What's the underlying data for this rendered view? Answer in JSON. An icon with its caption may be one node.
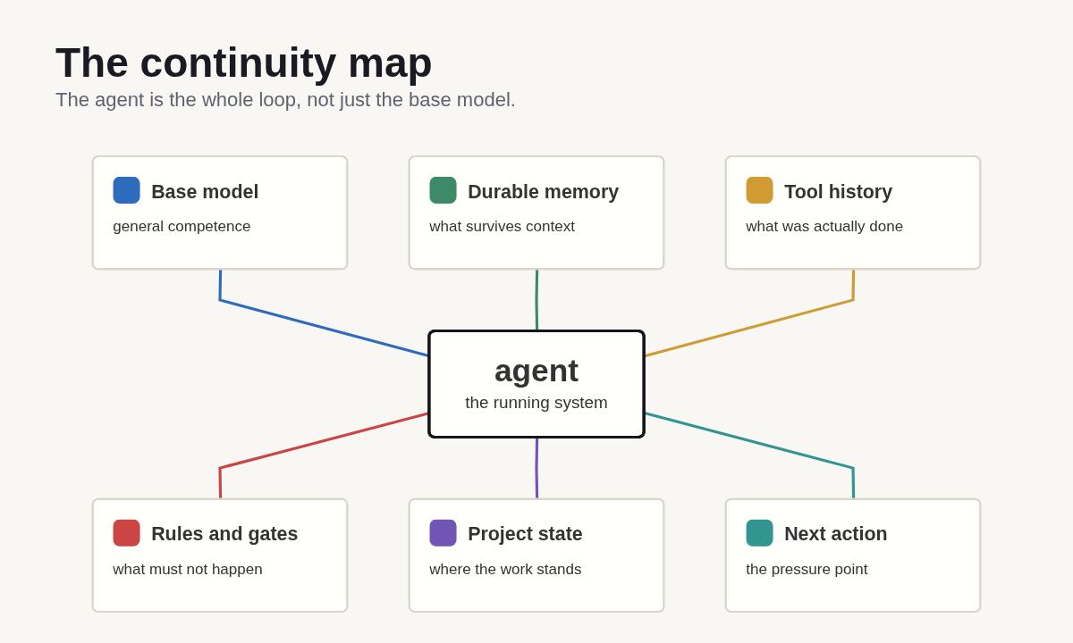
{
  "diagram": {
    "title": "The continuity map",
    "caption": "The agent is the whole loop, not just the base model.",
    "nodes": [
      {
        "text": [
          "Base model",
          "general competence"
        ]
      },
      {
        "text": [
          "Durable memory",
          "what survives context"
        ]
      },
      {
        "text": [
          "Tool history",
          "what was actually done"
        ]
      },
      {
        "text": [
          "agent",
          "the running system"
        ]
      },
      {
        "text": [
          "Rules and gates",
          "what must not happen"
        ]
      },
      {
        "text": [
          "Project state",
          "where the work stands"
        ]
      },
      {
        "text": [
          "Next action",
          "the pressure point"
        ]
      }
    ],
    "edges": [
      {
        "from": 0,
        "to": 3,
        "arrow": "none",
        "color": "#2f6bbd"
      },
      {
        "from": 1,
        "to": 3,
        "arrow": "none",
        "color": "#3e8a68"
      },
      {
        "from": 2,
        "to": 3,
        "arrow": "none",
        "color": "#d19b33"
      },
      {
        "from": 3,
        "to": 4,
        "arrow": "none",
        "color": "#cc4545"
      },
      {
        "from": 3,
        "to": 5,
        "arrow": "none",
        "color": "#7155b5"
      },
      {
        "from": 3,
        "to": 6,
        "arrow": "none",
        "color": "#33958f"
      }
    ]
  }
}
